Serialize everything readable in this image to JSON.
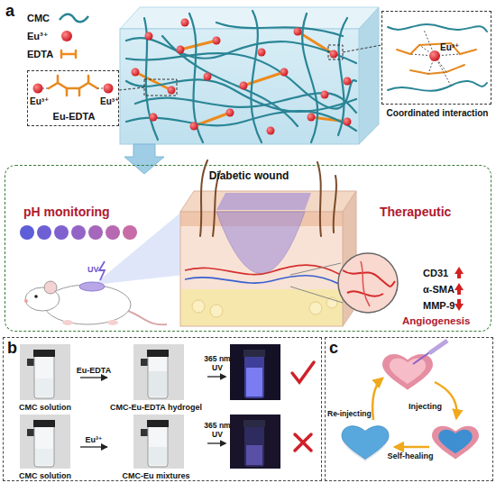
{
  "diagram": {
    "nodes": [
      {
        "text": [
          "Eu³⁺",
          "Eu³⁺",
          "Eu-EDTA"
        ]
      },
      {
        "text": [
          "Eu³⁺",
          "Coordinated interaction"
        ]
      },
      {
        "text": [
          "Diabetic wound",
          "pH monitoring",
          "UV",
          "Therapeutic",
          "CD31",
          "α-SMA",
          "MMP-9",
          "Angiogenesis"
        ]
      },
      {
        "text": [
          "b"
        ]
      },
      {
        "text": [
          "CMC solution"
        ],
        "in": 3
      },
      {
        "text": [
          "CMC-Eu-EDTA hydrogel"
        ],
        "in": 3
      },
      {
        "text": [
          "CMC solution"
        ],
        "in": 3
      },
      {
        "text": [
          "CMC-Eu mixtures"
        ],
        "in": 3
      },
      {
        "text": [
          "c"
        ]
      }
    ],
    "edges": [
      {
        "from": 4,
        "to": 5,
        "arrow": "to",
        "label": "Eu-EDTA"
      },
      {
        "from": 6,
        "to": 7,
        "arrow": "to",
        "label": "Eu³⁺"
      }
    ],
    "labels": [
      "a",
      "365 nm UV",
      "365 nm UV",
      "Injecting",
      "Self-healing",
      "Re-injecting"
    ],
    "legend": [
      {
        "text": "CMC"
      },
      {
        "text": "Eu³⁺"
      },
      {
        "text": "EDTA"
      }
    ]
  }
}
